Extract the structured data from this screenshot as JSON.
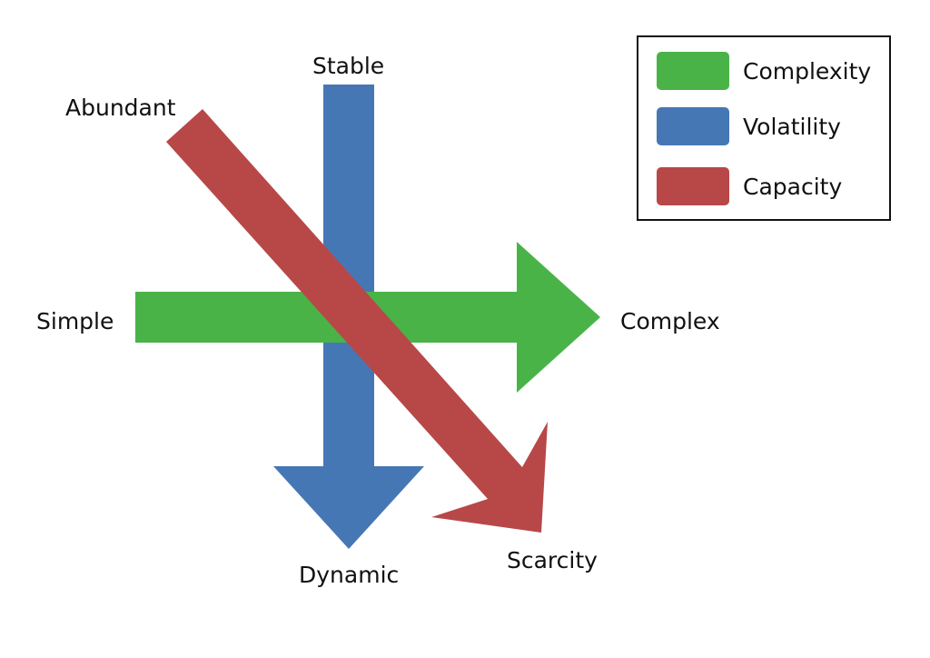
{
  "colors": {
    "complexity": "#4ab348",
    "volatility": "#4677b5",
    "capacity": "#b84848"
  },
  "labels": {
    "stable": "Stable",
    "abundant": "Abundant",
    "simple": "Simple",
    "complex": "Complex",
    "dynamic": "Dynamic",
    "scarcity": "Scarcity"
  },
  "legend": {
    "items": [
      {
        "label": "Complexity",
        "color": "#4ab348"
      },
      {
        "label": "Volatility",
        "color": "#4677b5"
      },
      {
        "label": "Capacity",
        "color": "#b84848"
      }
    ]
  }
}
